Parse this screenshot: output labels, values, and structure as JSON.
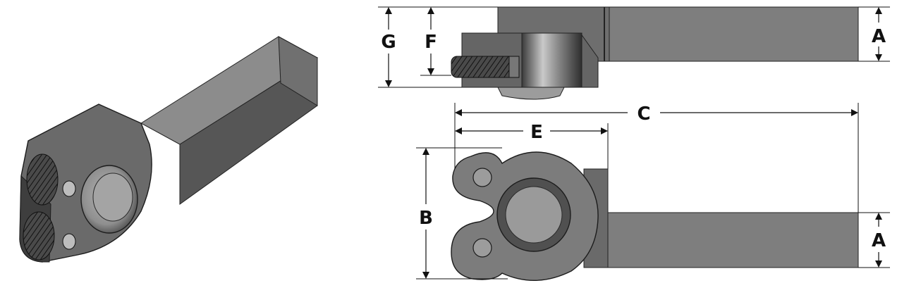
{
  "drawing": {
    "colors": {
      "shank_top": "#8c8c8c",
      "shank_side": "#5e5e5e",
      "shank_end": "#7a7a7a",
      "body": "#6c6c6c",
      "body_dark": "#3d3d3d",
      "hub": "#9a9a9a",
      "knurl": "#2a2a2a",
      "line": "#111111"
    }
  },
  "dimensions": {
    "A_top": "A",
    "G": "G",
    "F": "F",
    "C": "C",
    "E": "E",
    "B": "B",
    "A_bottom": "A"
  }
}
